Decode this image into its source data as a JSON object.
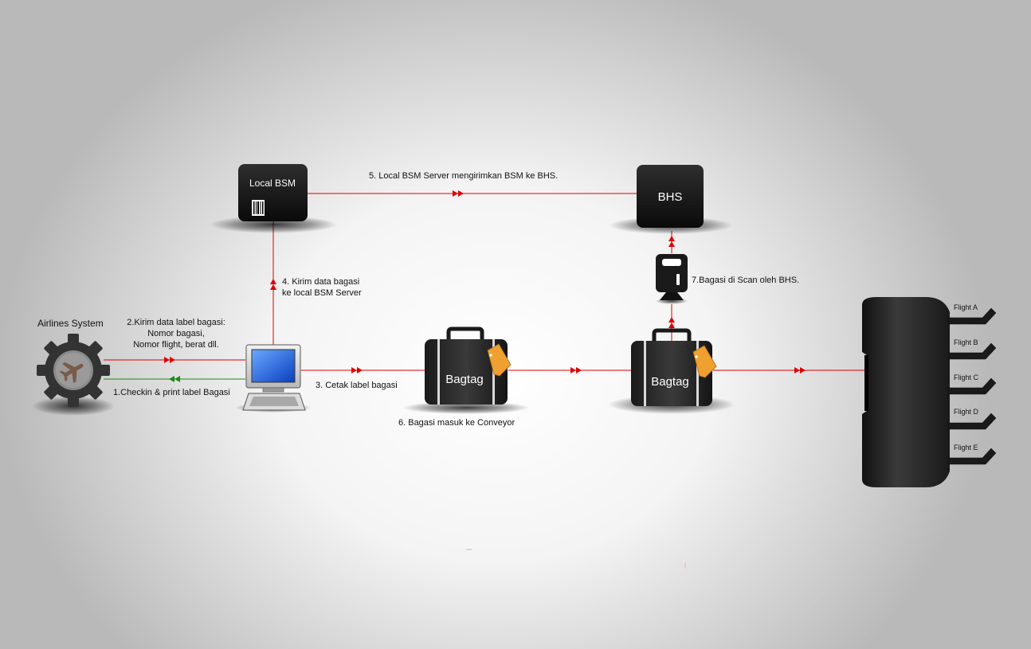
{
  "nodes": {
    "airlines_system": "Airlines System",
    "local_bsm": "Local BSM",
    "bhs": "BHS",
    "bagtag_1": "Bagtag",
    "bagtag_2": "Bagtag"
  },
  "steps": {
    "step1": "1.Checkin & print label Bagasi",
    "step2_line1": "2.Kirim data label bagasi:",
    "step2_line2": "Nomor bagasi,",
    "step2_line3": "Nomor flight, berat dll.",
    "step3": "3. Cetak label bagasi",
    "step4_line1": "4. Kirim data bagasi",
    "step4_line2": "ke local BSM Server",
    "step5": "5. Local BSM Server mengirimkan BSM ke BHS.",
    "step6": "6. Bagasi masuk ke Conveyor",
    "step7": "7.Bagasi di Scan oleh BHS."
  },
  "flights": [
    "Flight A",
    "Flight B",
    "Flight C",
    "Flight D",
    "Flight E"
  ],
  "colors": {
    "flow_line": "#e00000",
    "return_line": "#1a8a1a",
    "device_dark": "#1c1c1c",
    "tag_orange": "#f0a030"
  }
}
